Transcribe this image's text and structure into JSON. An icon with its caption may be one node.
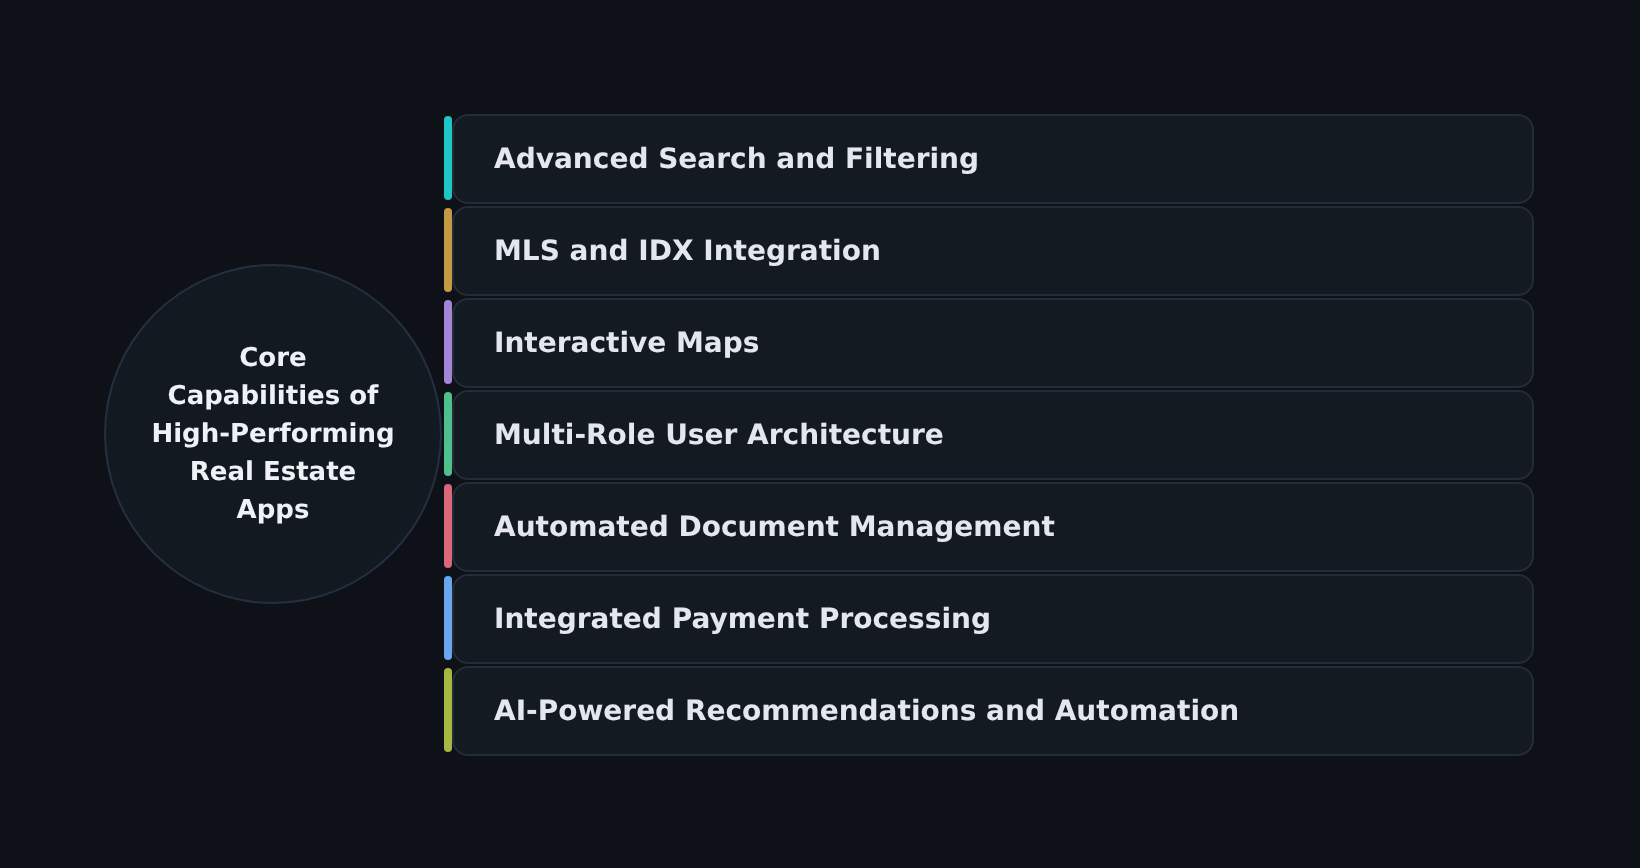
{
  "diagram": {
    "nodes": [
      {
        "text": [
          "Core Capabilities of High-Performing Real Estate Apps"
        ]
      },
      {
        "text": [
          "Advanced Search and Filtering"
        ]
      },
      {
        "text": [
          "MLS and IDX Integration"
        ]
      },
      {
        "text": [
          "Interactive Maps"
        ]
      },
      {
        "text": [
          "Multi-Role User Architecture"
        ]
      },
      {
        "text": [
          "Automated Document Management"
        ]
      },
      {
        "text": [
          "Integrated Payment Processing"
        ]
      },
      {
        "text": [
          "AI-Powered Recommendations and Automation"
        ]
      }
    ]
  }
}
